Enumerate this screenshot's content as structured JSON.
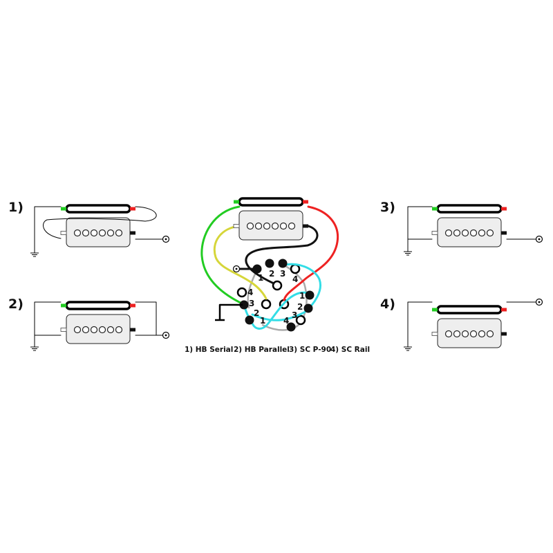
{
  "diagram": {
    "panels": {
      "p1": {
        "label": "1)"
      },
      "p2": {
        "label": "2)"
      },
      "p3": {
        "label": "3)"
      },
      "p4": {
        "label": "4)"
      }
    },
    "switch": {
      "deck_a_lugs": [
        "1",
        "2",
        "3",
        "4"
      ],
      "deck_b_left_lugs": [
        "4",
        "3",
        "2",
        "1"
      ],
      "deck_b_right_lugs": [
        "1",
        "2",
        "3",
        "4"
      ]
    },
    "legend": [
      "1) HB Serial",
      "2) HB Parallel",
      "3) SC P-90",
      "4) SC Rail"
    ],
    "colors": {
      "north_start": "#22cc22",
      "north_end": "#ee2222",
      "south_start": "#ffffff",
      "south_end": "#111111",
      "yellow_wire": "#d6d63a",
      "cyan_wire": "#33dde6",
      "grey_wire": "#aaaaaa"
    }
  }
}
